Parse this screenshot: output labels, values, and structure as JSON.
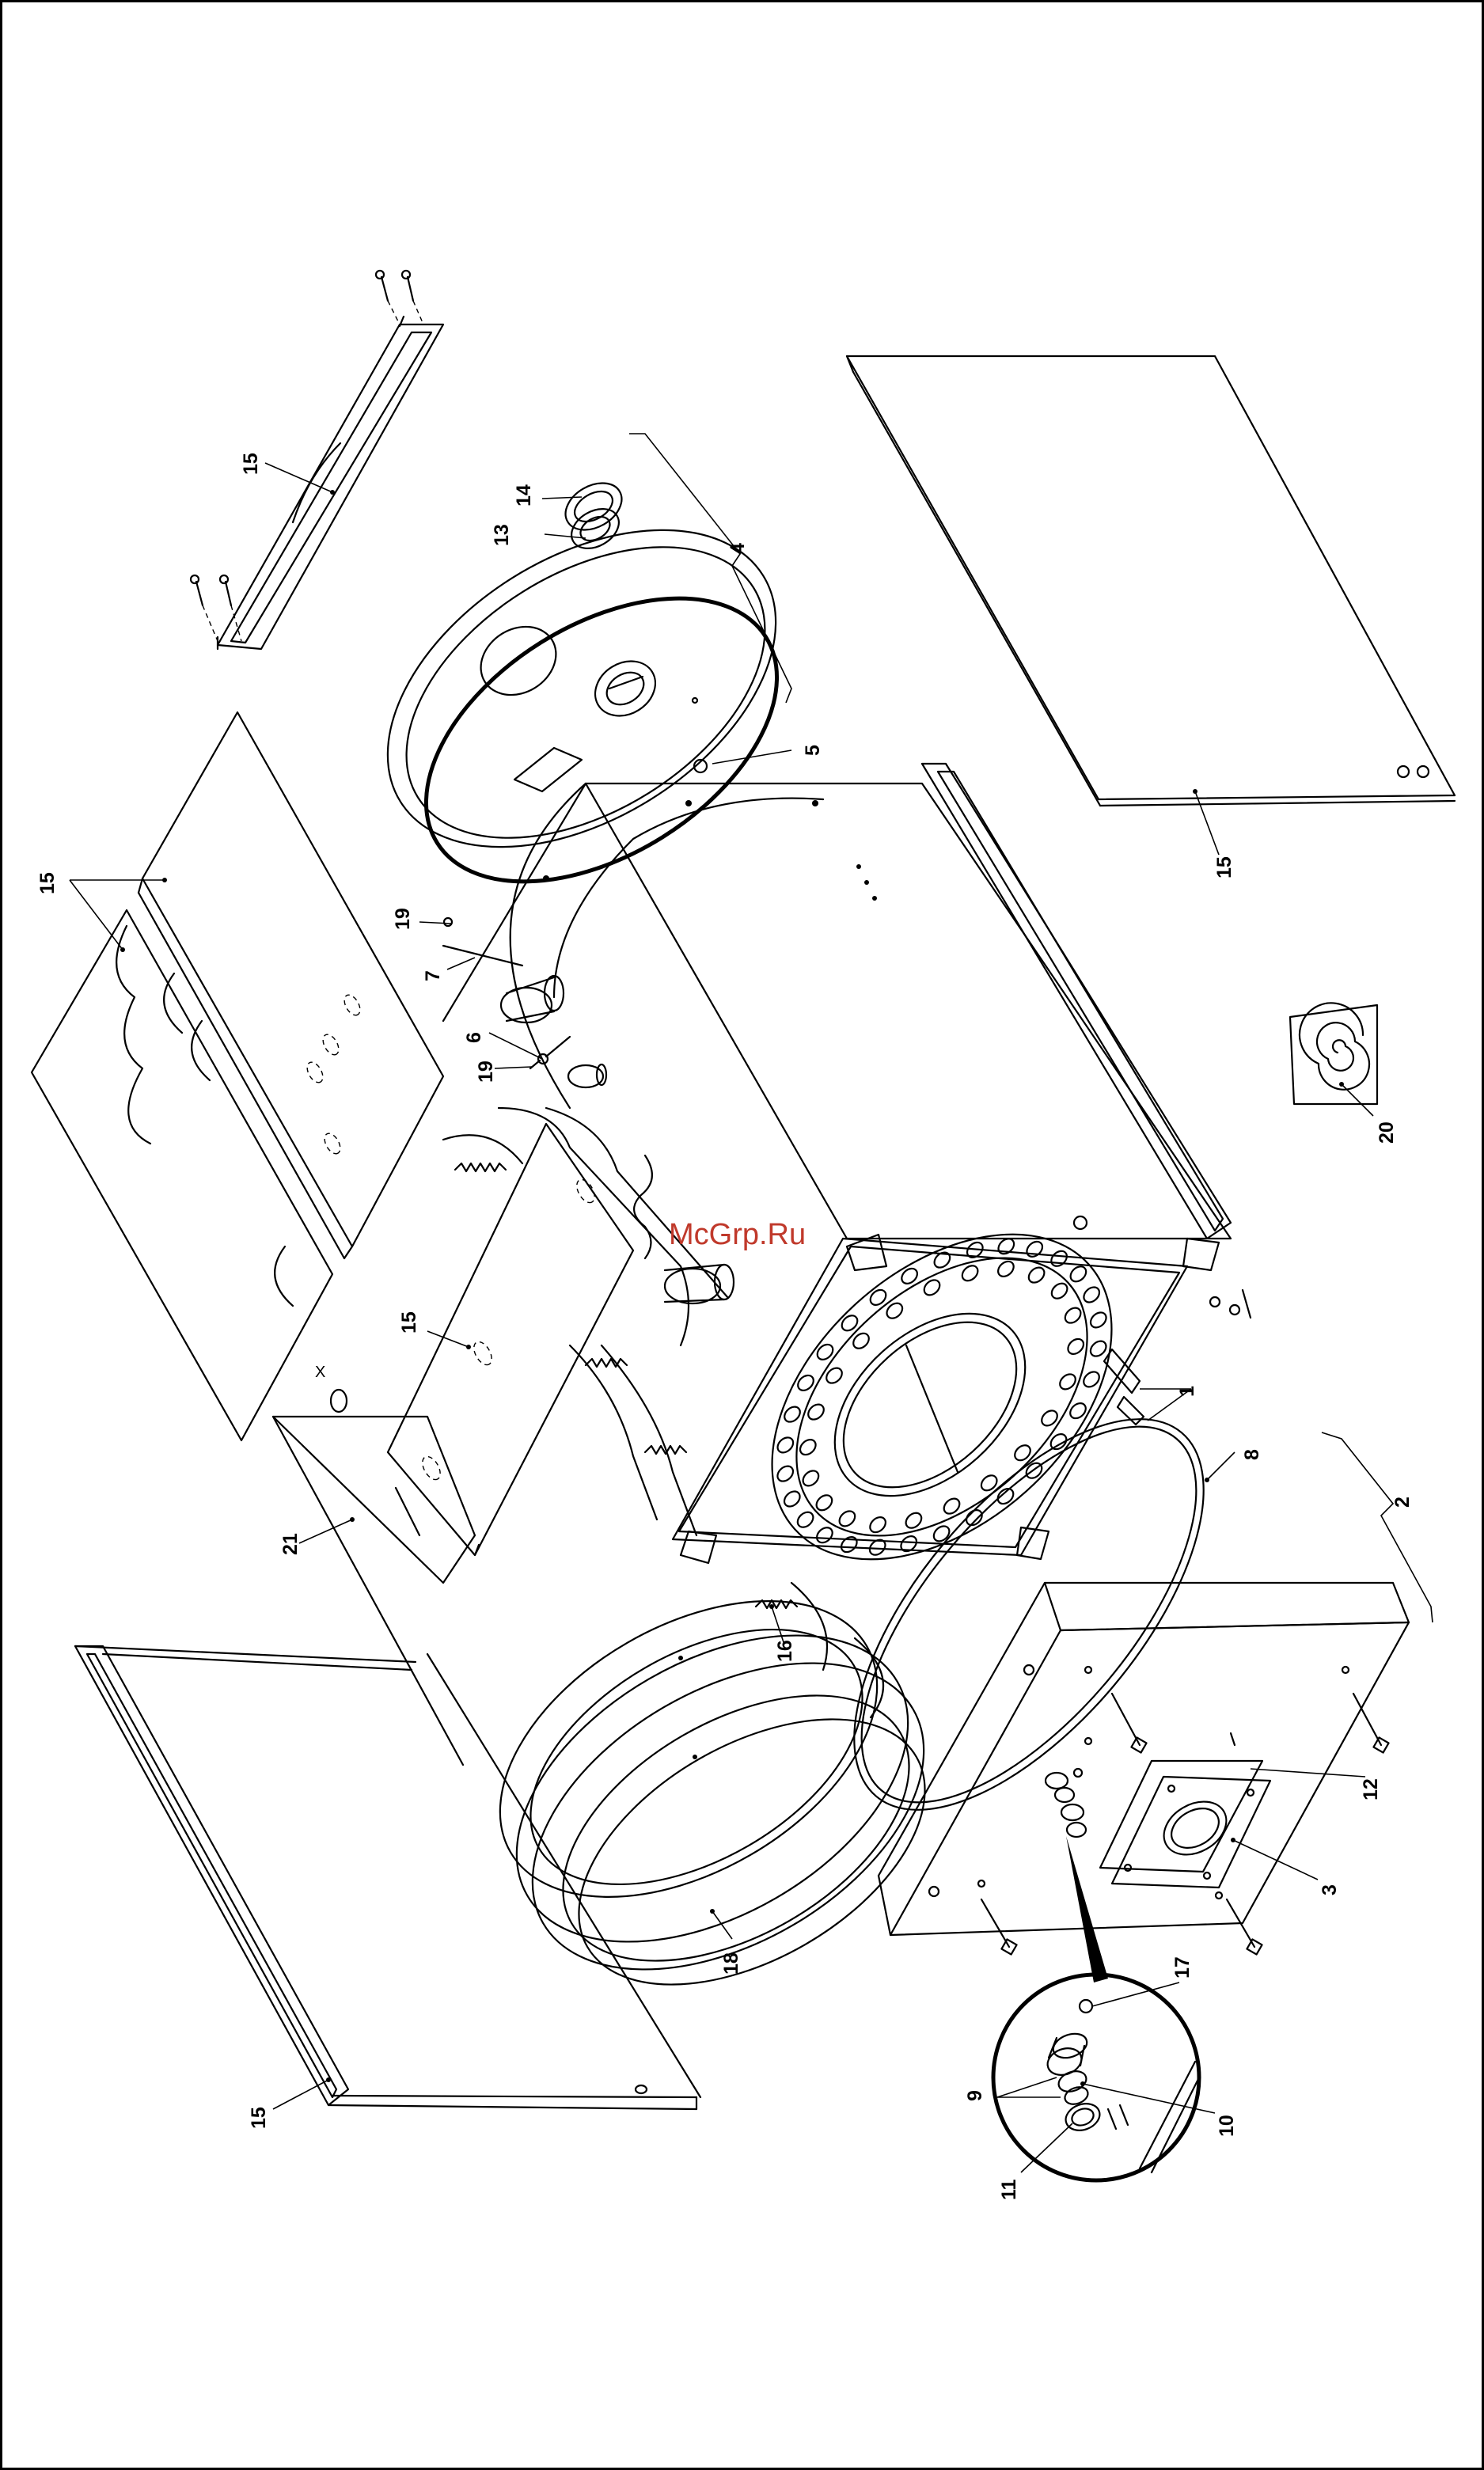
{
  "watermark": "McGrp.Ru",
  "colors": {
    "line": "#000000",
    "watermark": "#c0392b",
    "background": "#ffffff"
  },
  "callouts": {
    "c1": "1",
    "c2": "2",
    "c3": "3",
    "c4": "4",
    "c5": "5",
    "c6": "6",
    "c7": "7",
    "c8": "8",
    "c9": "9",
    "c10": "10",
    "c11": "11",
    "c12": "12",
    "c13": "13",
    "c14": "14",
    "c15": "15",
    "c16": "16",
    "c17": "17",
    "c18": "18",
    "c19": "19",
    "c20": "20",
    "c21": "21"
  },
  "marks": {
    "x_mark": "X"
  }
}
